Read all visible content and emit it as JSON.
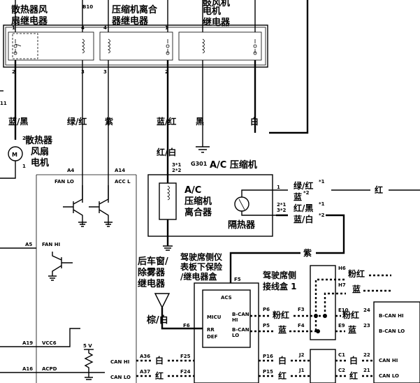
{
  "relays": {
    "fan_relay": [
      "散热器风",
      "扇继电器"
    ],
    "fan_relay_code": "B10",
    "comp_relay": [
      "压缩机离合",
      "器继电器"
    ],
    "top_partial": [
      "压缩机离合"
    ],
    "blower_relay": [
      "鼓风机",
      "电机",
      "继电器"
    ]
  },
  "pins": {
    "p1": "1",
    "p2": "2",
    "p3": "3",
    "p4": "4",
    "sup1": "*1",
    "sup2": "*2"
  },
  "wires": {
    "blue_black": "蓝/黑",
    "green_red": "绿/红",
    "purple": "紫",
    "blue_red": "蓝/红",
    "black": "黑",
    "white": "白",
    "red_white": "红/白",
    "brown_white": "棕/白",
    "green_red_alt": "绿/红",
    "blue": "蓝",
    "red_black": "红/黑",
    "blue_white": "蓝/白",
    "red": "红",
    "pink_red": "粉红",
    "white2": "白",
    "red2": "红"
  },
  "components": {
    "fan_motor": [
      "散热器",
      "风扇",
      "电机"
    ],
    "motor_symbol": "M",
    "ground": "G301",
    "compressor": "A/C 压缩机",
    "clutch": [
      "A/C",
      "压缩机",
      "离合器"
    ],
    "thermal": "隔热器",
    "defog_relay": [
      "后车窗/",
      "除雾器",
      "继电器"
    ],
    "fuse_box": [
      "驾驶席侧仪",
      "表板下保险",
      "/继电器盒"
    ],
    "junction_box": [
      "驾驶席侧",
      "接线盒 1"
    ]
  },
  "pcm": {
    "a4": "A4",
    "fan_lo": "FAN LO",
    "a14": "A14",
    "acc_l": "ACC L",
    "a5": "A5",
    "fan_hi": "FAN HI",
    "a19": "A19",
    "vcc6": "VCC6",
    "a16": "A16",
    "acpd": "ACPD",
    "five_v": "5 V",
    "a36": "A36",
    "a37": "A37",
    "can_hi": "CAN HI",
    "can_lo": "CAN LO",
    "eleven": "11"
  },
  "micu": {
    "acs": "ACS",
    "micu": "MICU",
    "bcan_hi": [
      "B-CAN",
      "HI"
    ],
    "bcan_lo": [
      "B-CAN",
      "LO"
    ],
    "rr_def": [
      "RR",
      "DEF"
    ],
    "f5": "F5",
    "f6": "F6",
    "f3": "F3",
    "f4": "F4",
    "f24": "F24",
    "f25": "F25",
    "p6": "P6",
    "p5": "P5",
    "p16": "P16",
    "p15": "P15",
    "j1": "J1",
    "j2": "J2",
    "c1": "C1",
    "c2": "C2",
    "h6": "H6",
    "h7": "H7",
    "e9": "E9",
    "e10": "E10",
    "n21": "21",
    "n22": "22",
    "n23": "23",
    "n24": "24",
    "r_bcan_hi": "B-CAN HI",
    "r_bcan_lo": "B-CAN LO",
    "r_can_hi": "CAN HI",
    "r_can_lo": "CAN LO"
  }
}
